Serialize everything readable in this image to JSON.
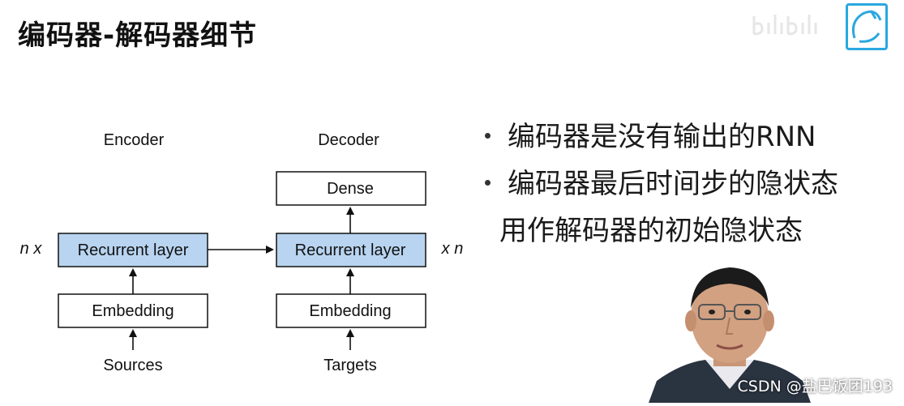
{
  "slide": {
    "title": "编码器-解码器细节"
  },
  "diagram": {
    "encoder": {
      "heading": "Encoder",
      "recurrent_label": "Recurrent layer",
      "embedding_label": "Embedding",
      "input_label": "Sources",
      "repeat_label": "n x"
    },
    "decoder": {
      "heading": "Decoder",
      "dense_label": "Dense",
      "recurrent_label": "Recurrent layer",
      "embedding_label": "Embedding",
      "input_label": "Targets",
      "repeat_label": "x n"
    },
    "colors": {
      "recurrent_fill": "#b8d4f0",
      "box_stroke": "#111111",
      "plain_fill": "#ffffff"
    }
  },
  "bullets": [
    {
      "lines": [
        "编码器是没有输出的RNN"
      ]
    },
    {
      "lines": [
        "编码器最后时间步的隐状态",
        "用作解码器的初始隐状态"
      ]
    }
  ],
  "watermark": {
    "credit": "CSDN @盐巴饭团193"
  },
  "icons": {
    "logo": "bilibili-tv-icon",
    "presenter": "presenter-video-overlay"
  }
}
